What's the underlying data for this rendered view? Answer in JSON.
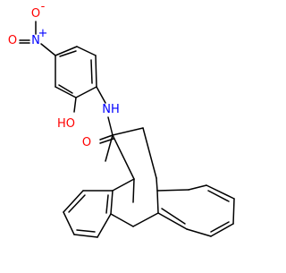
{
  "molecule": {
    "atom_labels": {
      "nitro_oxygen_anion": "O",
      "nitro_oxygen_anion_charge": "-",
      "nitro_nitrogen": "N",
      "nitro_nitrogen_charge": "+",
      "nitro_oxygen": "O",
      "hydroxyl": "HO",
      "amide_nh": "NH",
      "carbonyl_oxygen": "O"
    },
    "colors": {
      "bond": "#000000",
      "oxygen": "#ff0000",
      "nitrogen": "#0000ff"
    }
  }
}
